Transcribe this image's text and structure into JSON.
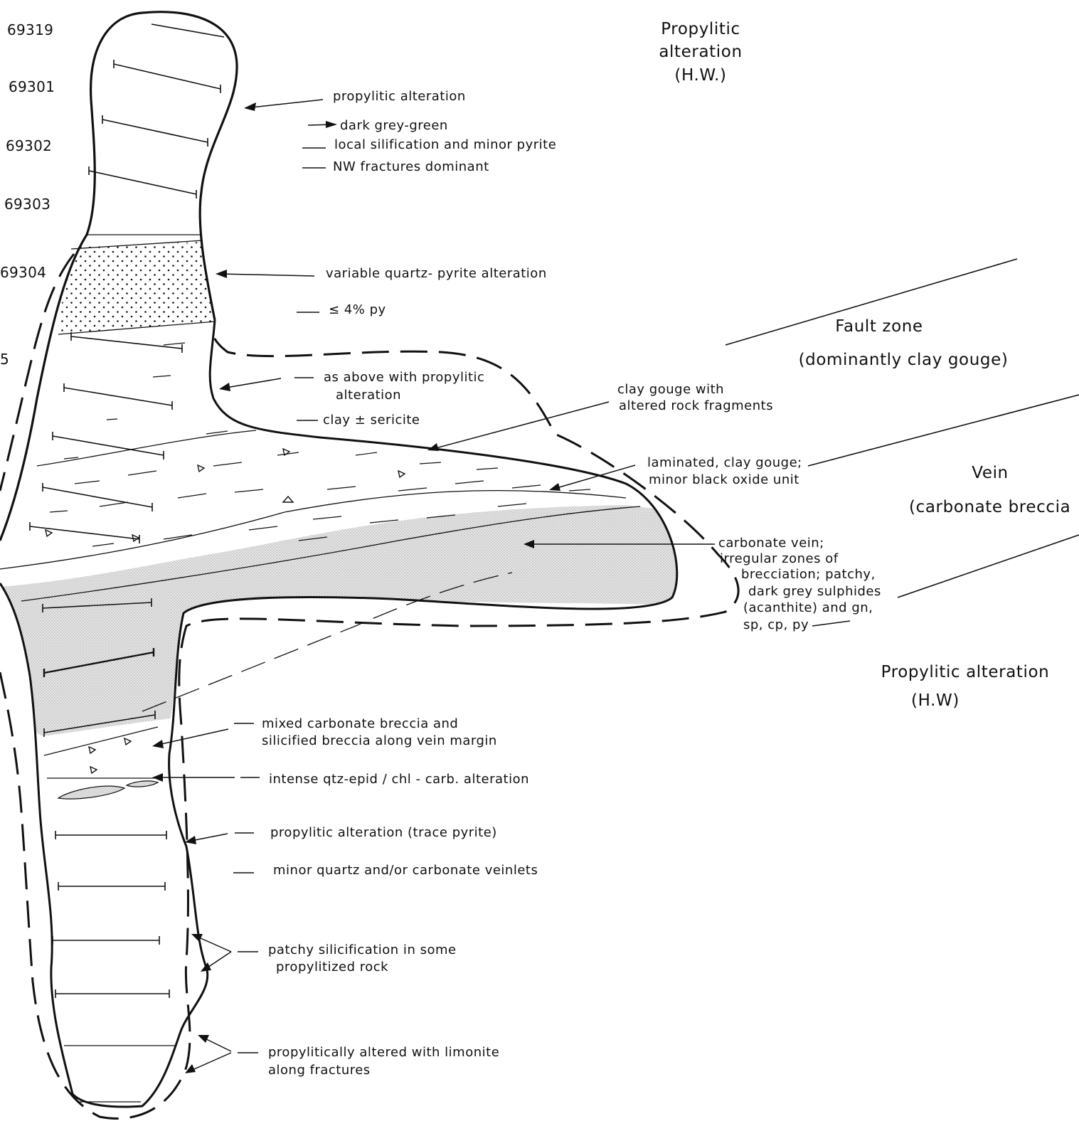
{
  "samples": [
    "69319",
    "69301",
    "69302",
    "69303",
    "69304",
    "5"
  ],
  "zones": {
    "propylitic_top": [
      "Propylitic",
      "alteration",
      "(H.W.)"
    ],
    "fault": [
      "Fault zone",
      "(dominantly clay gouge)"
    ],
    "vein": [
      "Vein",
      "(carbonate breccia"
    ],
    "propylitic_bottom": [
      "Propylitic alteration",
      "(H.W)"
    ]
  },
  "annotations": {
    "a1": [
      "propylitic alteration"
    ],
    "a2": [
      "dark grey-green"
    ],
    "a3": [
      "local silification and minor pyrite"
    ],
    "a4": [
      "NW fractures dominant"
    ],
    "a5": [
      "variable quartz- pyrite alteration"
    ],
    "a6": [
      "≤ 4% py"
    ],
    "a7": [
      "as above with propylitic",
      "alteration"
    ],
    "a8": [
      "clay ± sericite"
    ],
    "a9": [
      "clay gouge with",
      "altered rock fragments"
    ],
    "a10": [
      "laminated, clay gouge;",
      "minor black oxide unit"
    ],
    "a11": [
      "carbonate vein;",
      "irregular zones of",
      "brecciation; patchy,",
      "dark grey sulphides",
      "(acanthite) and gn,",
      "sp, cp, py"
    ],
    "a12": [
      "mixed carbonate breccia and",
      "silicified breccia along vein margin"
    ],
    "a13": [
      "intense qtz-epid / chl - carb. alteration"
    ],
    "a14": [
      "propylitic alteration (trace pyrite)"
    ],
    "a15": [
      "minor quartz and/or carbonate veinlets"
    ],
    "a16": [
      "patchy silicification in some",
      "propylitized rock"
    ],
    "a17": [
      "propylitically altered with limonite",
      "along fractures"
    ]
  }
}
